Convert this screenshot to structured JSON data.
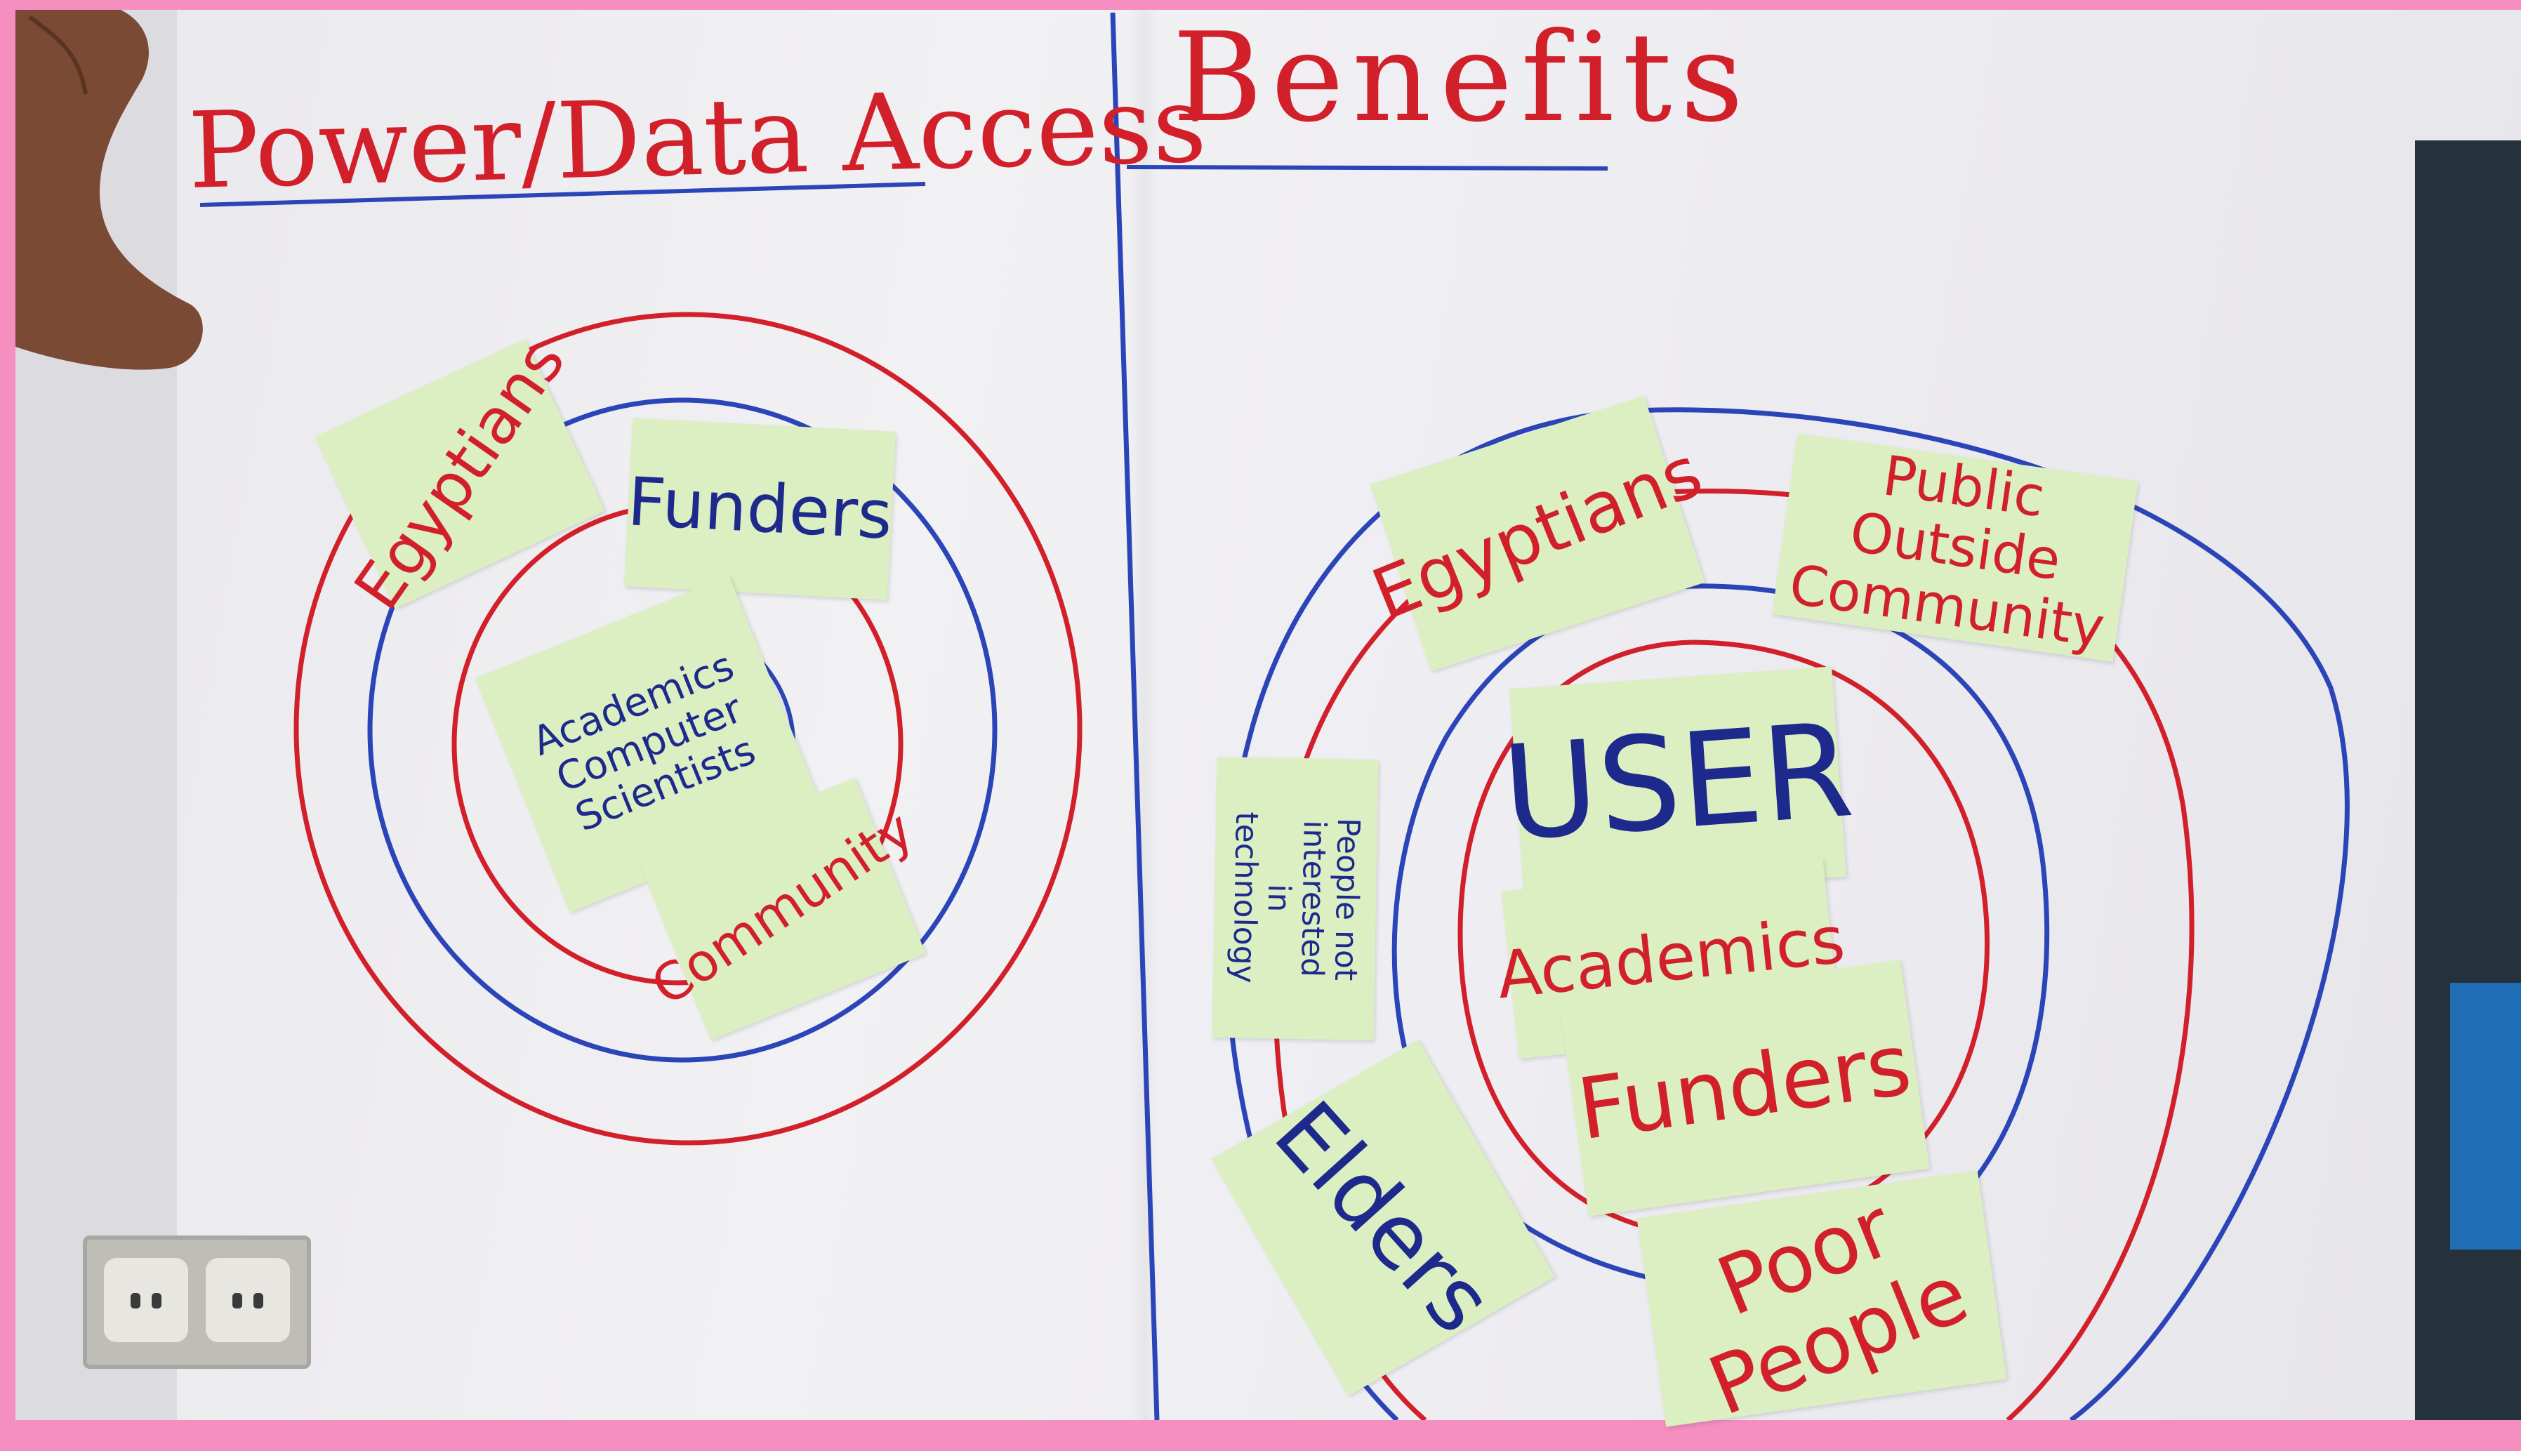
{
  "sections": {
    "left_heading": "Power/Data Access",
    "right_heading": "Benefits"
  },
  "left_notes": {
    "egyptians": "Egyptians",
    "funders": "Funders",
    "academics": "Academics\nComputer\nScientists",
    "community": "Community"
  },
  "right_notes": {
    "egyptians": "Egyptians",
    "public_outside": "Public Outside\nCommunity",
    "people_not_interested": "People not\ninterested in\ntechnology",
    "user": "USER",
    "academics": "Academics",
    "funders": "Funders",
    "elders": "Elders",
    "poor_people": "Poor People"
  },
  "colors": {
    "marker_red": "#d2202b",
    "marker_blue": "#2b45b8",
    "sticky_note": "#dbefc3",
    "frame_pink": "#f48fc0"
  }
}
